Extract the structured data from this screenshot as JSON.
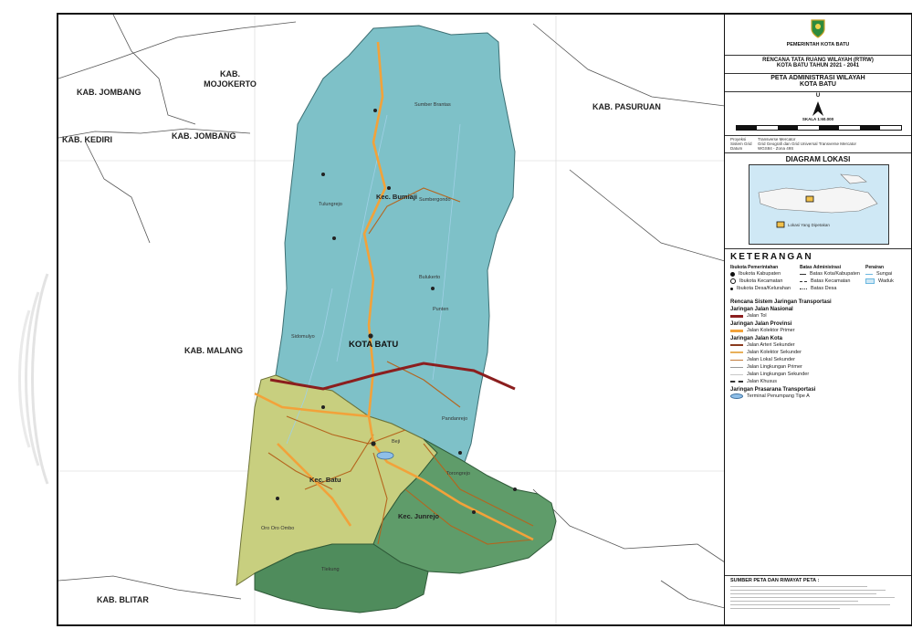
{
  "map": {
    "region_labels": {
      "mojokerto": "KAB. MOJOKERTO",
      "jombang_top": "KAB. JOMBANG",
      "kediri": "KAB. KEDIRI",
      "jombang_mid": "KAB. JOMBANG",
      "pasuruan": "KAB. PASURUAN",
      "malang": "KAB. MALANG",
      "blitar": "KAB. BLITAR"
    },
    "kecamatan_labels": {
      "bumiaji": "Kec. Bumiaji",
      "batu": "Kec. Batu",
      "junrejo": "Kec. Junrejo"
    },
    "city_label": "KOTA BATU",
    "village_labels": [
      "Sumber Brantas",
      "Tulungrejo",
      "Sumbergondo",
      "Bulukerto",
      "Punten",
      "Sidomulyo",
      "Pandanrejo",
      "Oro Oro Ombo",
      "Beji",
      "Torongrejo",
      "Tlekung"
    ],
    "colors": {
      "bumiaji": "#7ec1c8",
      "batu": "#c8cf7f",
      "junrejo": "#5f9c6a",
      "road_national": "#8b1e1e",
      "road_primary": "#f2a23a",
      "road_secondary": "#b5651d"
    }
  },
  "panel": {
    "gov_title": "PEMERINTAH KOTA BATU",
    "plan_title_line1": "RENCANA TATA RUANG WILAYAH (RTRW)",
    "plan_title_line2": "KOTA BATU TAHUN 2021 - 2041",
    "map_title_line1": "PETA ADMINISTRASI WILAYAH",
    "map_title_line2": "KOTA BATU",
    "north_letter": "U",
    "scale_label": "SKALA  1:60.000",
    "projection_rows": [
      {
        "k": "Proyeksi",
        "v": "Transverse Mercator"
      },
      {
        "k": "Sistem Grid",
        "v": "Grid Geografi dan Grid Universal Transverse Mercator"
      },
      {
        "k": "Datum",
        "v": "WGS84 - Zona 49S"
      }
    ],
    "location_title": "DIAGRAM LOKASI",
    "location_note": "Lokasi Yang Dipetakan",
    "legend_title": "KETERANGAN",
    "gov_head": "Ibukota Pemerintahan",
    "gov_items": [
      "Ibukota Kabupaten",
      "Ibukota Kecamatan",
      "Ibukota Desa/Kelurahan"
    ],
    "admin_head": "Batas Administrasi",
    "admin_items": [
      "Batas Kota/Kabupaten",
      "Batas Kecamatan",
      "Batas Desa"
    ],
    "water_head": "Perairan",
    "water_items": [
      "Sungai",
      "Waduk"
    ],
    "transport_head": "Rencana Sistem Jaringan Transportasi",
    "national_head": "Jaringan Jalan Nasional",
    "national_items": [
      "Jalan Tol"
    ],
    "province_head": "Jaringan Jalan Provinsi",
    "province_items": [
      "Jalan Kolektor Primer"
    ],
    "city_head": "Jaringan Jalan Kota",
    "city_items": [
      "Jalan Arteri Sekunder",
      "Jalan Kolektor Sekunder",
      "Jalan Lokal Sekunder",
      "Jalan Lingkungan Primer",
      "Jalan Lingkungan Sekunder",
      "Jalan Khusus"
    ],
    "infra_head": "Jaringan Prasarana Transportasi",
    "infra_items": [
      "Terminal Penumpang Tipe A"
    ],
    "source_title": "SUMBER PETA DAN RIWAYAT PETA :"
  }
}
